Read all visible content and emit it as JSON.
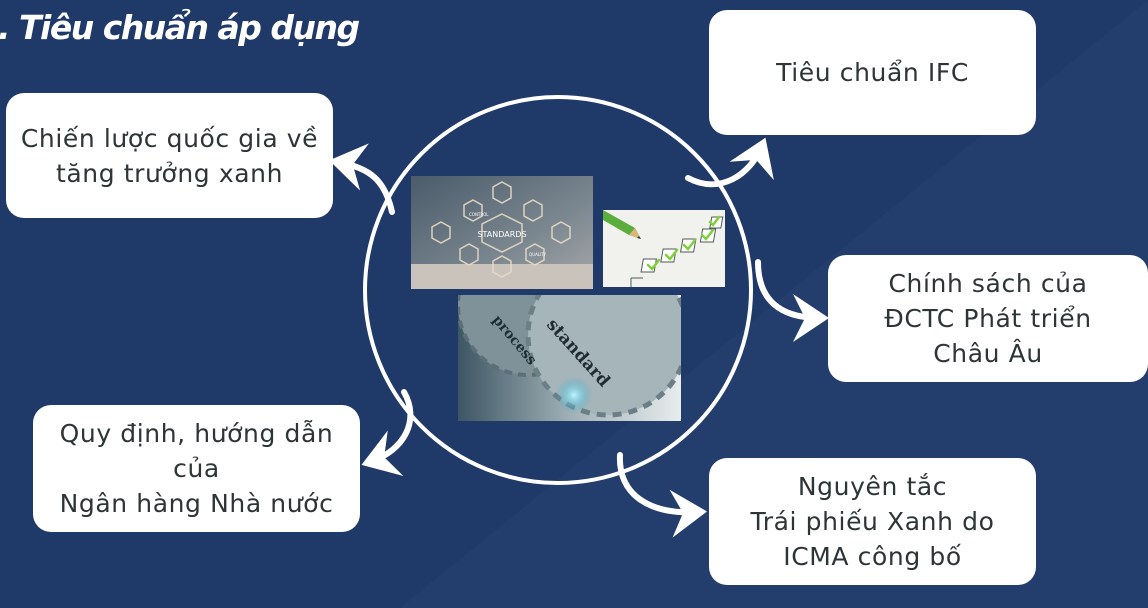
{
  "title": ". Tiêu chuẩn áp dụng",
  "boxes": {
    "ifc": [
      "Tiêu chuẩn IFC"
    ],
    "strategy": [
      "Chiến lược quốc gia về",
      "tăng trưởng xanh"
    ],
    "eib": [
      "Chính sách của",
      "ĐCTC Phát triển",
      "Châu Âu"
    ],
    "sbv": [
      "Quy định, hướng dẫn",
      "của",
      "Ngân hàng Nhà nước"
    ],
    "icma": [
      "Nguyên tắc",
      "Trái phiếu Xanh do",
      "ICMA công bố"
    ]
  },
  "images": {
    "standards_panel": {
      "center_label": "STANDARDS",
      "labels": [
        "CONTROL",
        "QUALITY"
      ]
    },
    "gears_panel": {
      "words": [
        "standard",
        "process"
      ]
    }
  },
  "colors": {
    "background": "#1f3968",
    "box_fill": "#ffffff",
    "box_text": "#2f3437",
    "circle": "#ffffff"
  }
}
